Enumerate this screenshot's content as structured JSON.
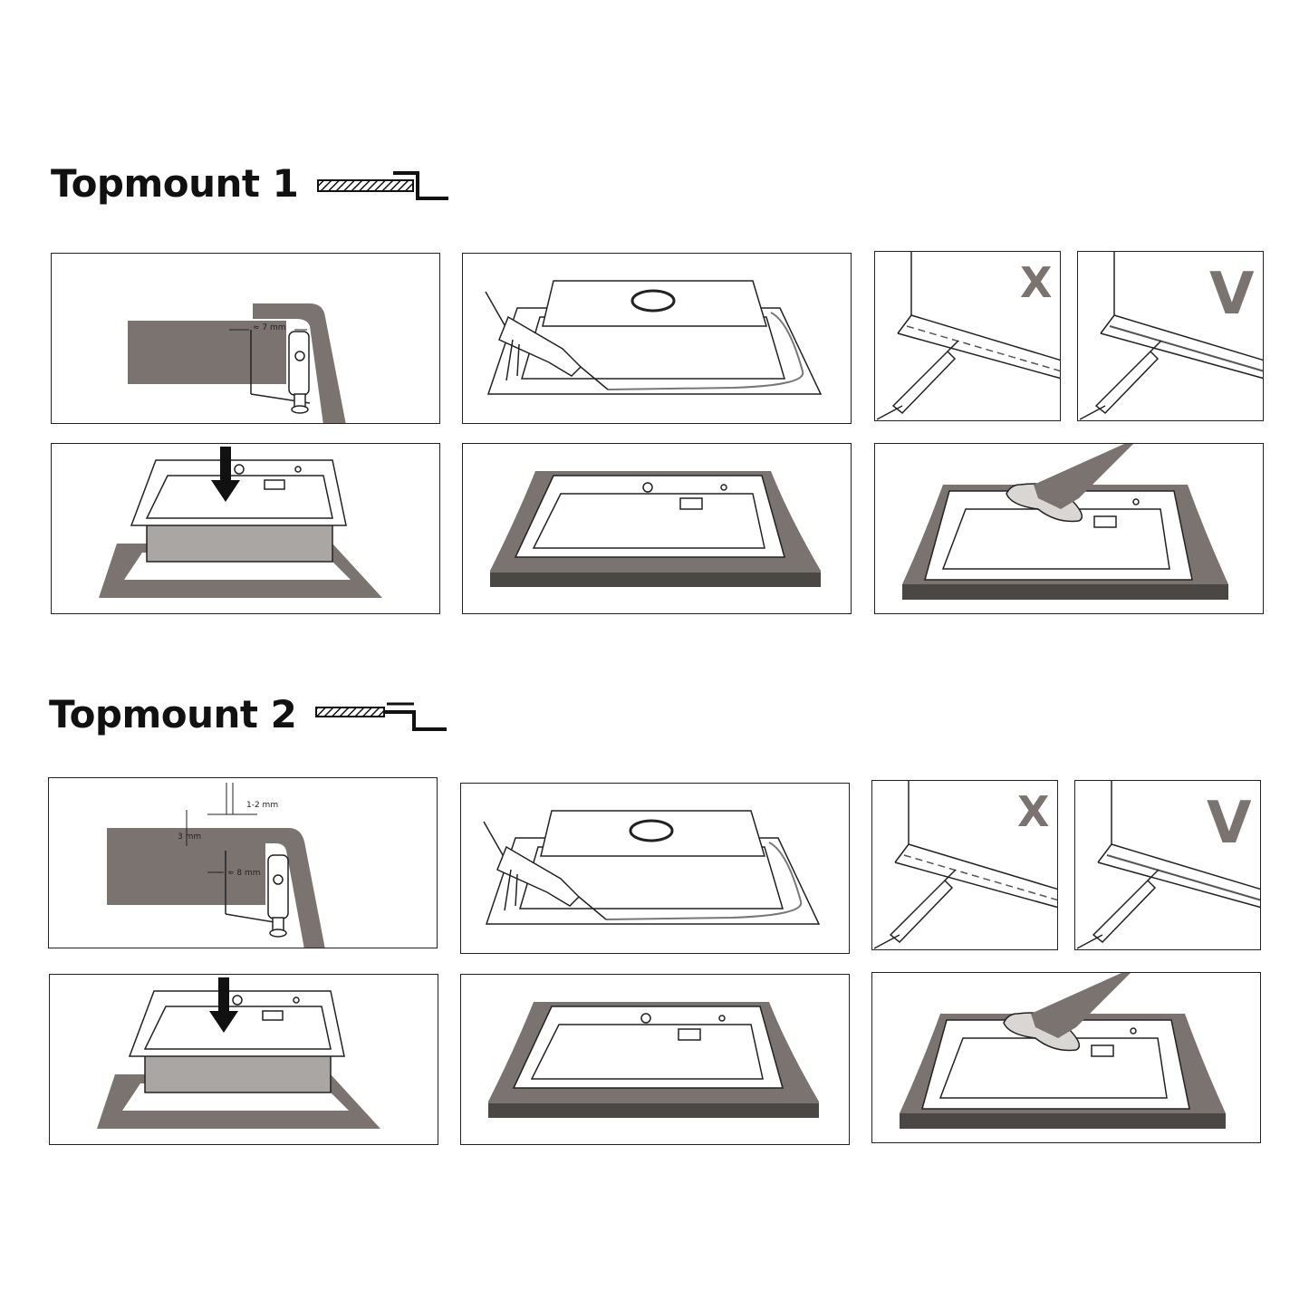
{
  "sections": [
    {
      "title": "Topmount 1",
      "detail_labels": [
        "≈ 7 mm"
      ],
      "wrong_mark": "X",
      "right_mark": "V"
    },
    {
      "title": "Topmount 2",
      "detail_labels": [
        "1-2 mm",
        "3 mm",
        "≈ 8 mm"
      ],
      "wrong_mark": "X",
      "right_mark": "V"
    }
  ],
  "colors": {
    "countertop": "#7a7370",
    "countertop_dark": "#4a4745",
    "line": "#222222",
    "cut_fill": "#a9a6a4"
  }
}
